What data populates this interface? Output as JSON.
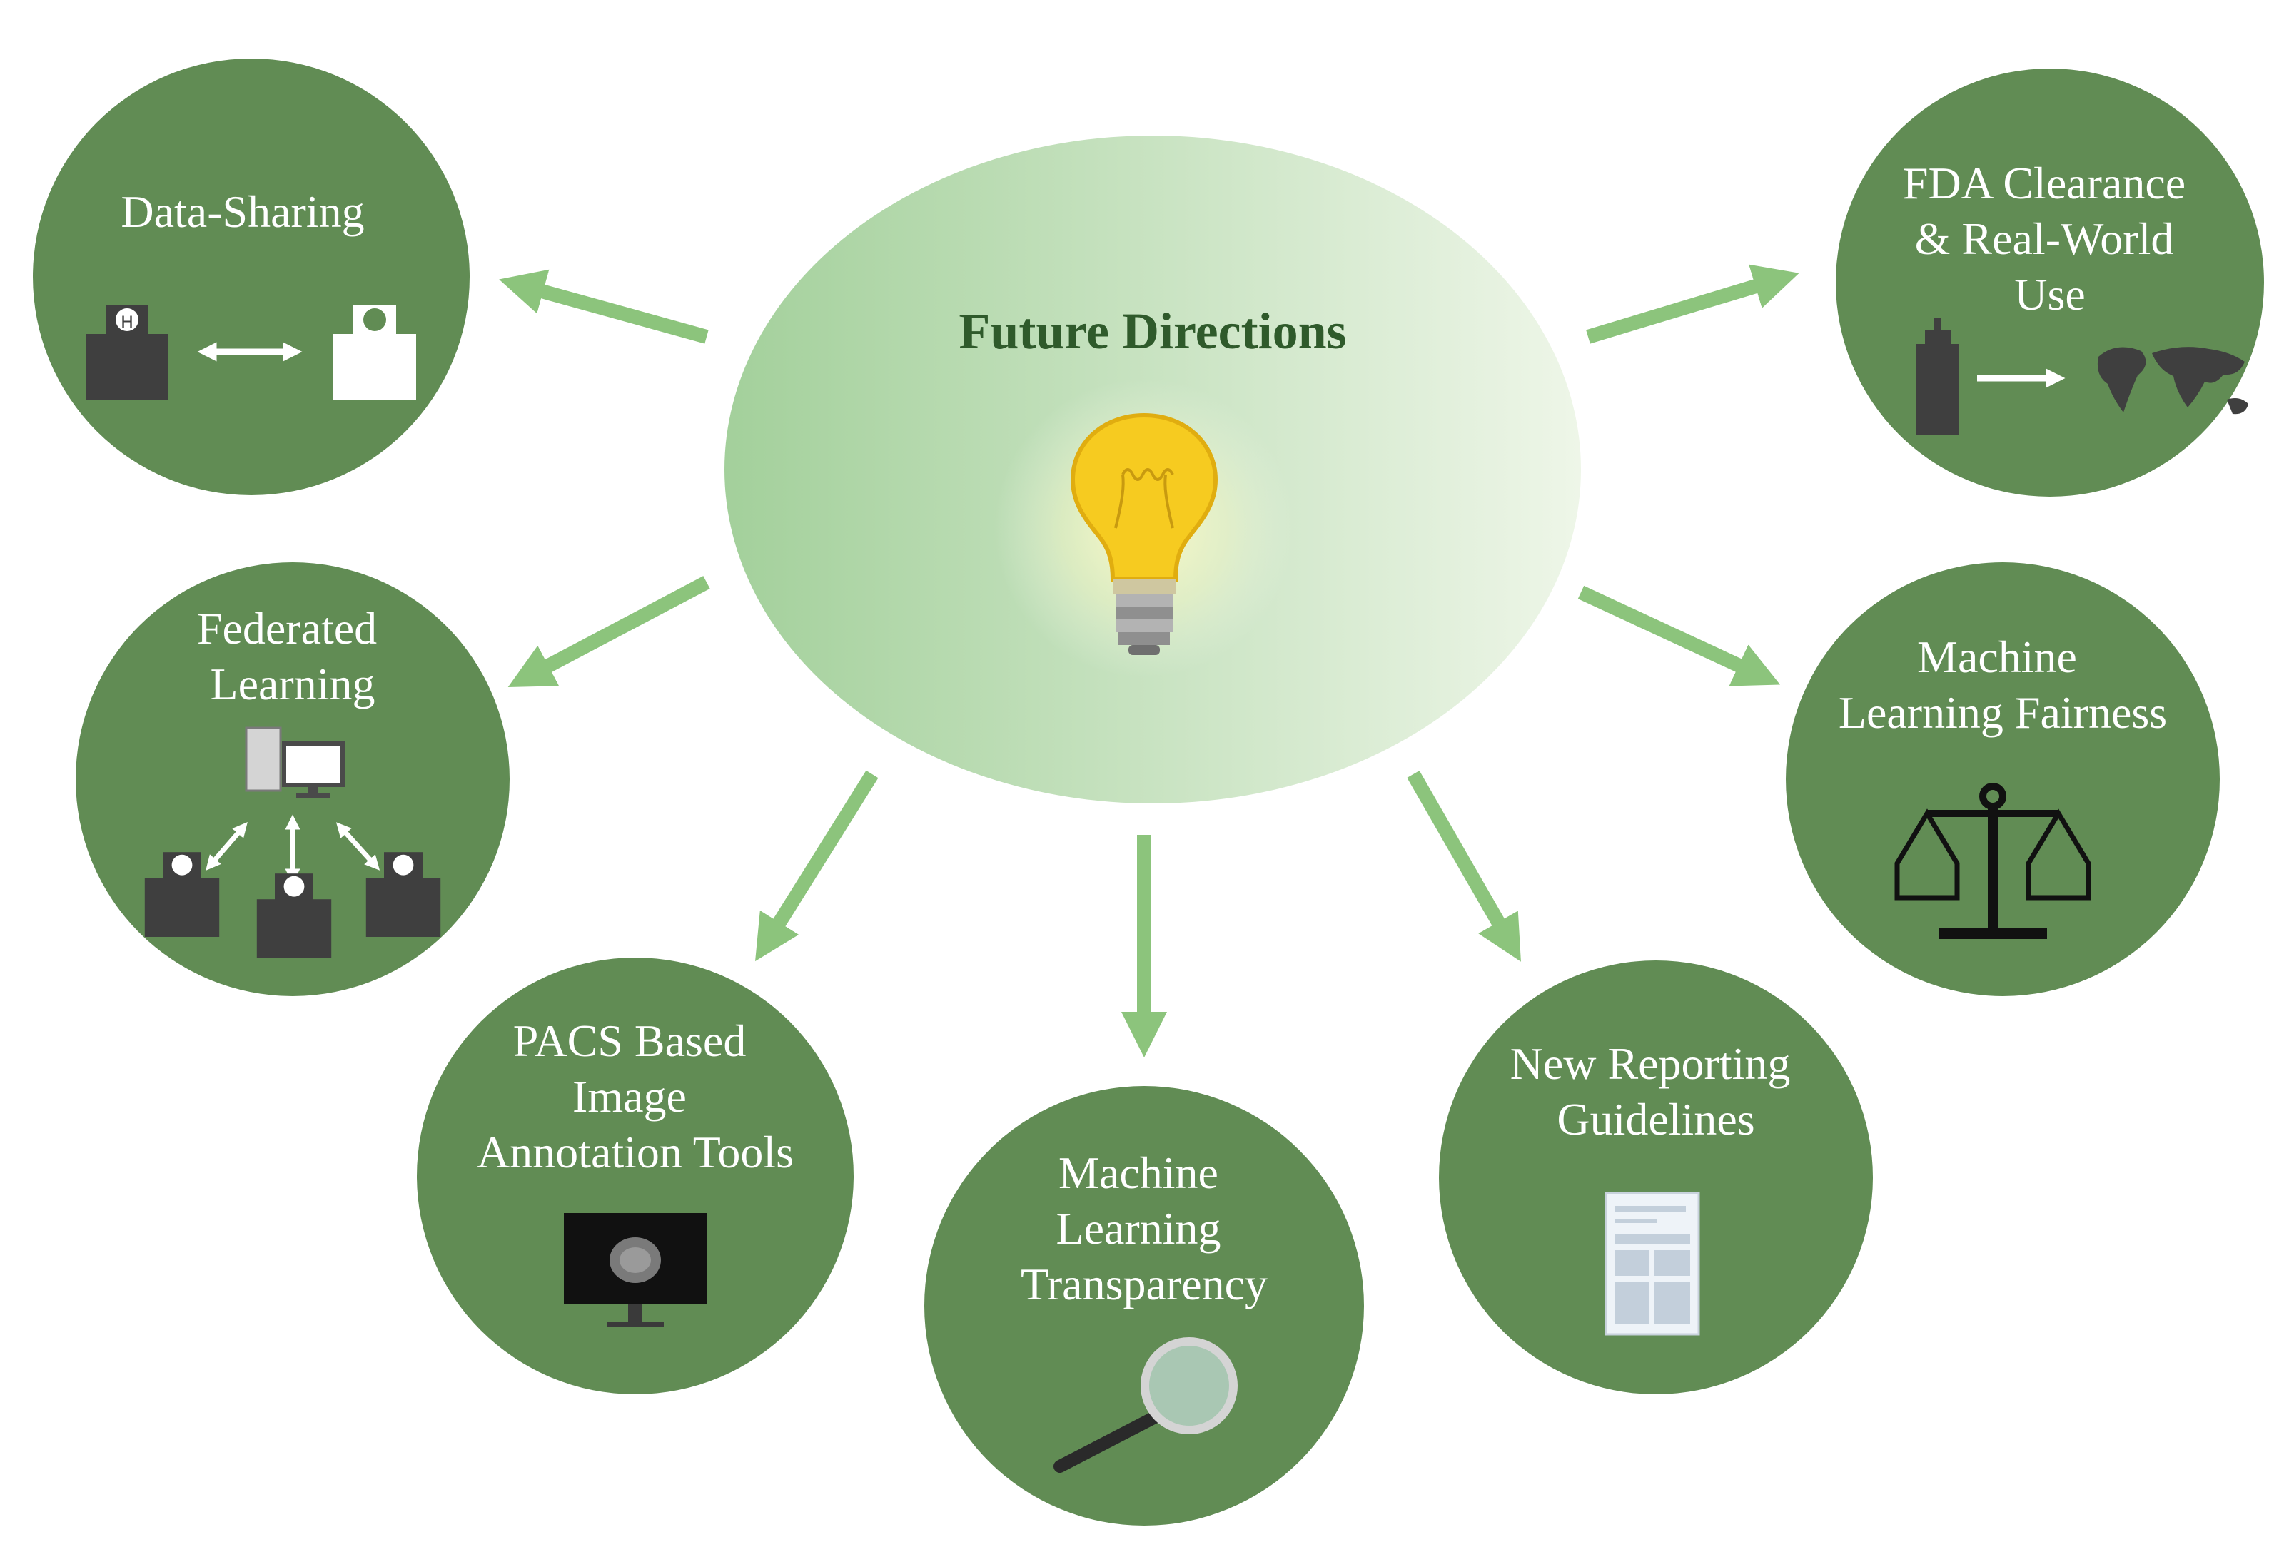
{
  "center": {
    "title": "Future Directions",
    "icon": "lightbulb-icon"
  },
  "colors": {
    "node_fill": "#618c54",
    "node_text": "#ffffff",
    "arrow": "#8cc47c",
    "center_grad_left": "#a3d09b",
    "center_grad_right": "#eef6e8",
    "title": "#2f5a2b"
  },
  "nodes": {
    "data_sharing": {
      "lines": [
        "Data-Sharing"
      ],
      "icon": "hospitals-exchange-icon"
    },
    "fda": {
      "lines": [
        "FDA Clearance",
        "& Real-World",
        "Use"
      ],
      "icon": "building-to-world-icon"
    },
    "federated": {
      "lines": [
        "Federated",
        "Learning"
      ],
      "icon": "computer-network-hospitals-icon"
    },
    "fairness": {
      "lines": [
        "Machine",
        "Learning Fairness"
      ],
      "icon": "balance-scale-icon"
    },
    "pacs": {
      "lines": [
        "PACS Based",
        "Image",
        "Annotation Tools"
      ],
      "icon": "monitor-scan-icon"
    },
    "transparency": {
      "lines": [
        "Machine",
        "Learning",
        "Transparency"
      ],
      "icon": "magnifying-glass-icon"
    },
    "reporting": {
      "lines": [
        "New Reporting",
        "Guidelines"
      ],
      "icon": "document-icon"
    }
  }
}
